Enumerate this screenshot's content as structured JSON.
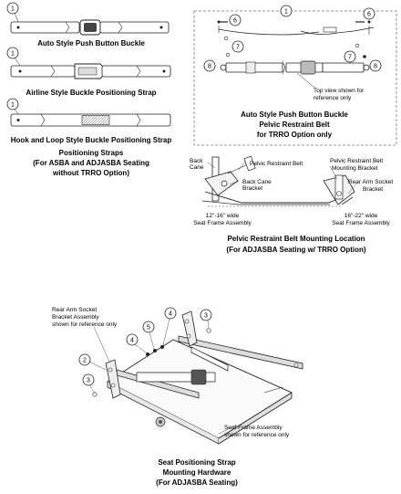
{
  "callouts": {
    "c1": "1",
    "c2": "2",
    "c3": "3",
    "c4": "4",
    "c5": "5",
    "c6": "6",
    "c7": "7",
    "c8": "8"
  },
  "captions": {
    "auto_push": "Auto Style Push Button Buckle",
    "airline": "Airline Style Buckle Positioning Strap",
    "hook_loop": "Hook and Loop Style Buckle Positioning Strap",
    "positioning_straps": [
      "Positioning Straps",
      "(For ASBA and ADJASBA Seating",
      "without TRRO Option)"
    ],
    "pelvic_restraint": [
      "Auto Style Push Button Buckle",
      "Pelvic Restraint Belt",
      "for TRRO Option only"
    ],
    "mounting_location": [
      "Pelvic Restraint Belt Mounting Location",
      "(For ADJASBA Seating w/ TRRO Option)"
    ],
    "seat_hardware": [
      "Seat Positioning Strap",
      "Mounting Hardware",
      "(For ADJASBA Seating)"
    ]
  },
  "labels": {
    "top_view": [
      "Top view shown for",
      "reference only"
    ],
    "back_cane": [
      "Back",
      "Cane"
    ],
    "pelvic_belt_left": "Pelvic Restraint Belt",
    "back_cane_bracket": [
      "Back Cane",
      "Bracket"
    ],
    "pelvic_belt_bracket": [
      "Pelvic Restraint Belt",
      "Mounting Bracket"
    ],
    "rear_arm_socket_bracket": [
      "Rear Arm Socket",
      "Bracket"
    ],
    "width_left": [
      "12\"-16\" wide",
      "Seat Frame Assembly"
    ],
    "width_right": [
      "16\"-22\" wide",
      "Seat Frame Assembly"
    ],
    "rear_arm_ref": [
      "Rear Arm Socket",
      "Bracket Assembly",
      "shown for reference only"
    ],
    "seat_frame_ref": [
      "Seat Frame Assembly",
      "shown for reference only"
    ]
  }
}
